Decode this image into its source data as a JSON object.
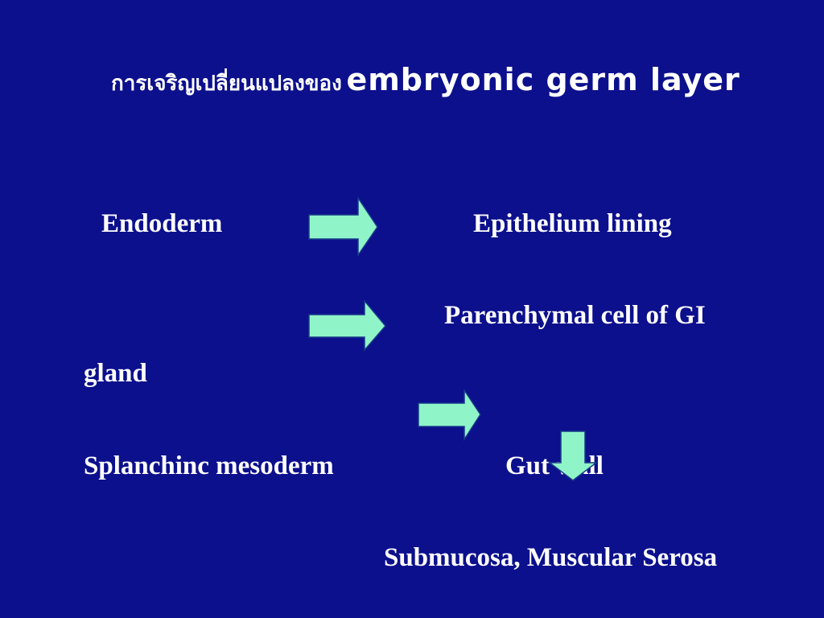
{
  "slide": {
    "title_thai": "การเจริญเปลี่ยนแปลงของ",
    "title_english": "embryonic  germ layer"
  },
  "rows": {
    "endoderm": "Endoderm",
    "epithelium": "Epithelium lining",
    "parenchymal": "Parenchymal cell of GI",
    "gland": "gland",
    "splanchnic": "Splanchinc mesoderm",
    "gut_wall": "Gut wall",
    "submucosa": "Submucosa, Muscular Serosa"
  },
  "colors": {
    "background": "#0c108c",
    "text": "#ffffff",
    "arrow_fill": "#8ff5c8",
    "arrow_stroke": "#1a3a8a"
  }
}
